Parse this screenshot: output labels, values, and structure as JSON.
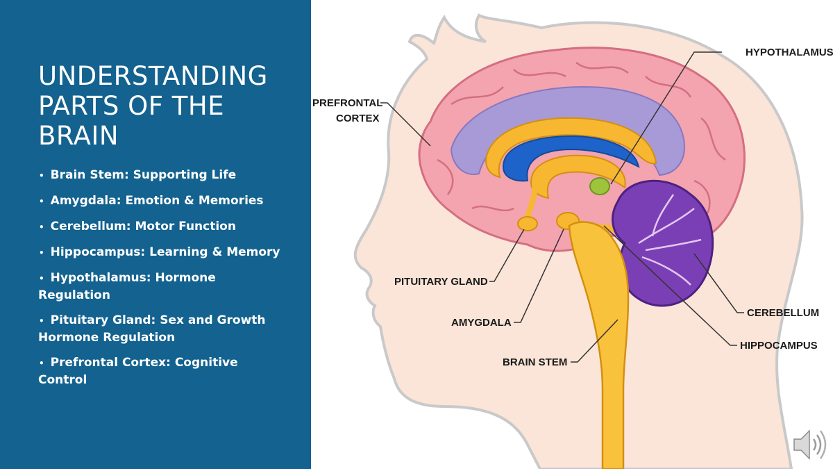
{
  "slide": {
    "title": "UNDERSTANDING PARTS OF THE BRAIN",
    "bullets": [
      "Brain Stem:  Supporting Life",
      "Amygdala: Emotion & Memories",
      "Cerebellum: Motor Function",
      "Hippocampus: Learning & Memory",
      "Hypothalamus: Hormone Regulation",
      "Pituitary Gland: Sex  and Growth Hormone Regulation",
      "Prefrontal Cortex: Cognitive Control"
    ],
    "bullet_symbol": "•",
    "colors": {
      "panel": "#13628f",
      "text": "#ffffff"
    }
  },
  "diagram": {
    "labels": {
      "hypothalamus": "HYPOTHALAMUS",
      "prefrontal_line1": "PREFRONTAL",
      "prefrontal_line2": "CORTEX",
      "pituitary": "PITUITARY GLAND",
      "amygdala": "AMYGDALA",
      "brain_stem": "BRAIN STEM",
      "cerebellum": "CEREBELLUM",
      "hippocampus": "HIPPOCAMPUS"
    },
    "colors": {
      "skin": "#fbe5d8",
      "cortex": "#f3a4ae",
      "ventricle": "#a89ad6",
      "corpus": "#f7b731",
      "deep": "#1e63c9",
      "cerebellum": "#7b3fb5",
      "stem": "#f9c23c"
    }
  },
  "controls": {
    "audio_icon": "speaker-icon"
  }
}
